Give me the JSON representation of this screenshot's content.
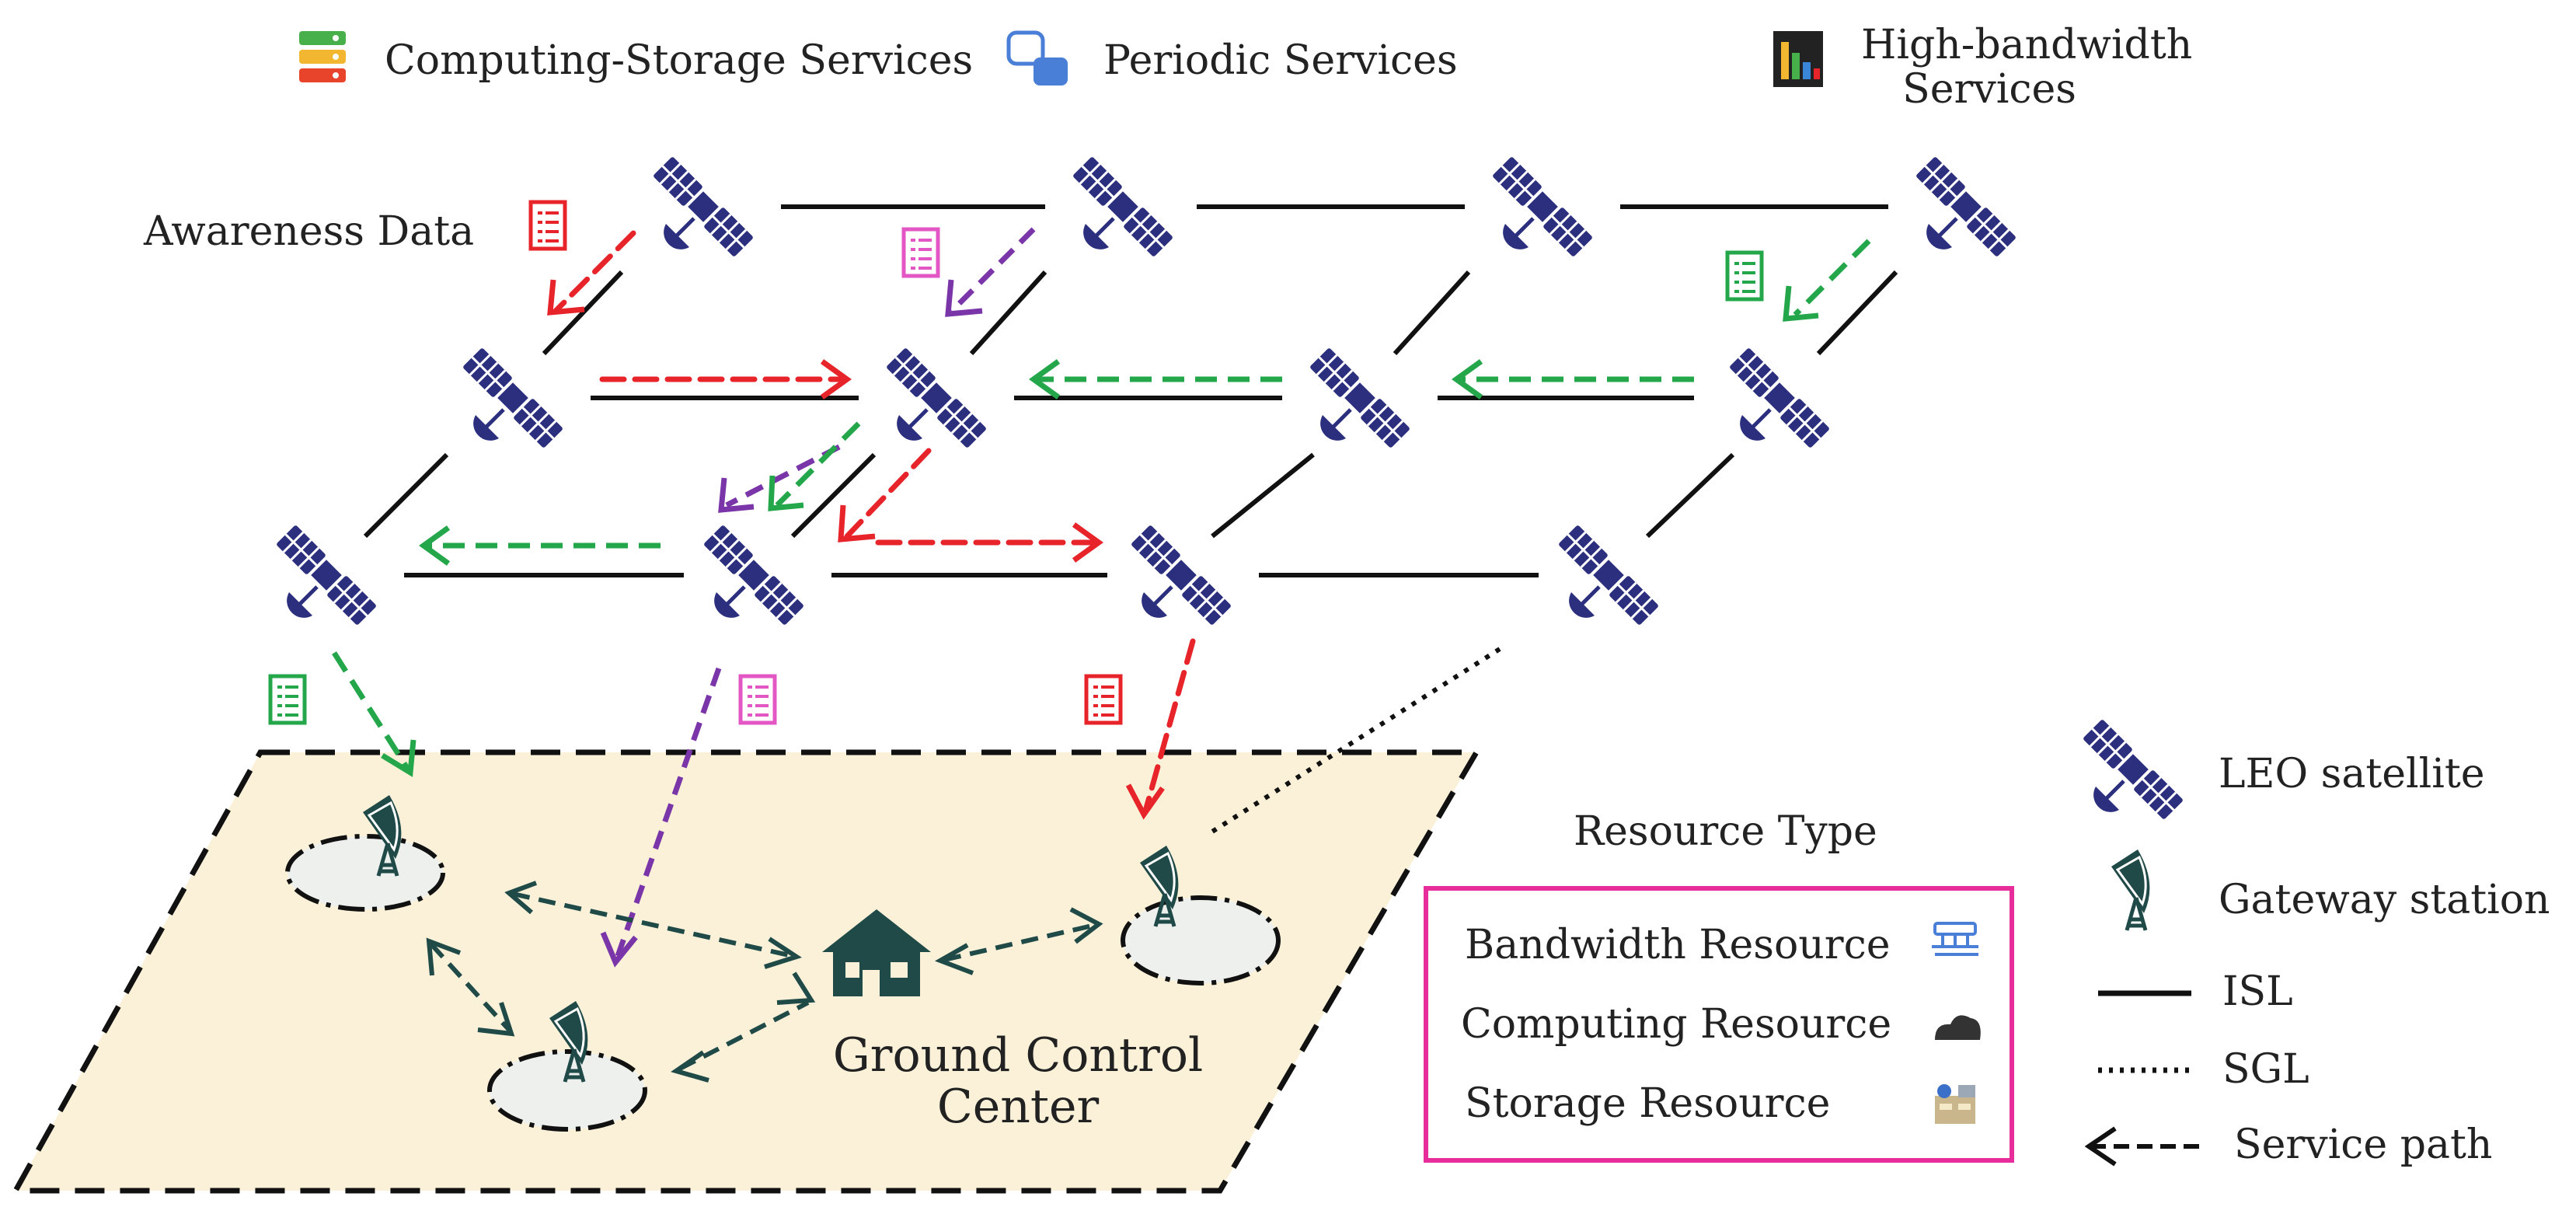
{
  "service_legend": [
    {
      "label": "Computing-Storage Services",
      "icon": "computing-storage-services-icon"
    },
    {
      "label": "Periodic Services",
      "icon": "periodic-services-icon"
    },
    {
      "label": "High-bandwidth",
      "label2": "Services",
      "icon": "high-bandwidth-services-icon"
    }
  ],
  "awareness_label": "Awareness Data",
  "ground_control": {
    "line1": "Ground Control",
    "line2": "Center"
  },
  "resource_legend": {
    "title": "Resource Type",
    "items": [
      {
        "label": "Bandwidth Resource",
        "icon": "bandwidth-resource-icon"
      },
      {
        "label": "Computing Resource",
        "icon": "computing-resource-icon"
      },
      {
        "label": "Storage Resource",
        "icon": "storage-resource-icon"
      }
    ]
  },
  "symbol_legend": [
    {
      "label": "LEO satellite",
      "icon": "leo-satellite-icon"
    },
    {
      "label": "Gateway station",
      "icon": "gateway-station-icon"
    },
    {
      "label": "ISL",
      "icon": "isl-line"
    },
    {
      "label": "SGL",
      "icon": "sgl-line"
    },
    {
      "label": "Service path",
      "icon": "service-path-arrow"
    }
  ],
  "colors": {
    "satellite": "#2b2f7e",
    "gateway": "#1f4a48",
    "ground_fill": "#fbf1d9",
    "computing_storage": "#e8242b",
    "periodic": "#7a35a8",
    "high_bandwidth": "#23a74a",
    "awareness_pink": "#e257c4",
    "legend_border": "#e62d9a"
  }
}
